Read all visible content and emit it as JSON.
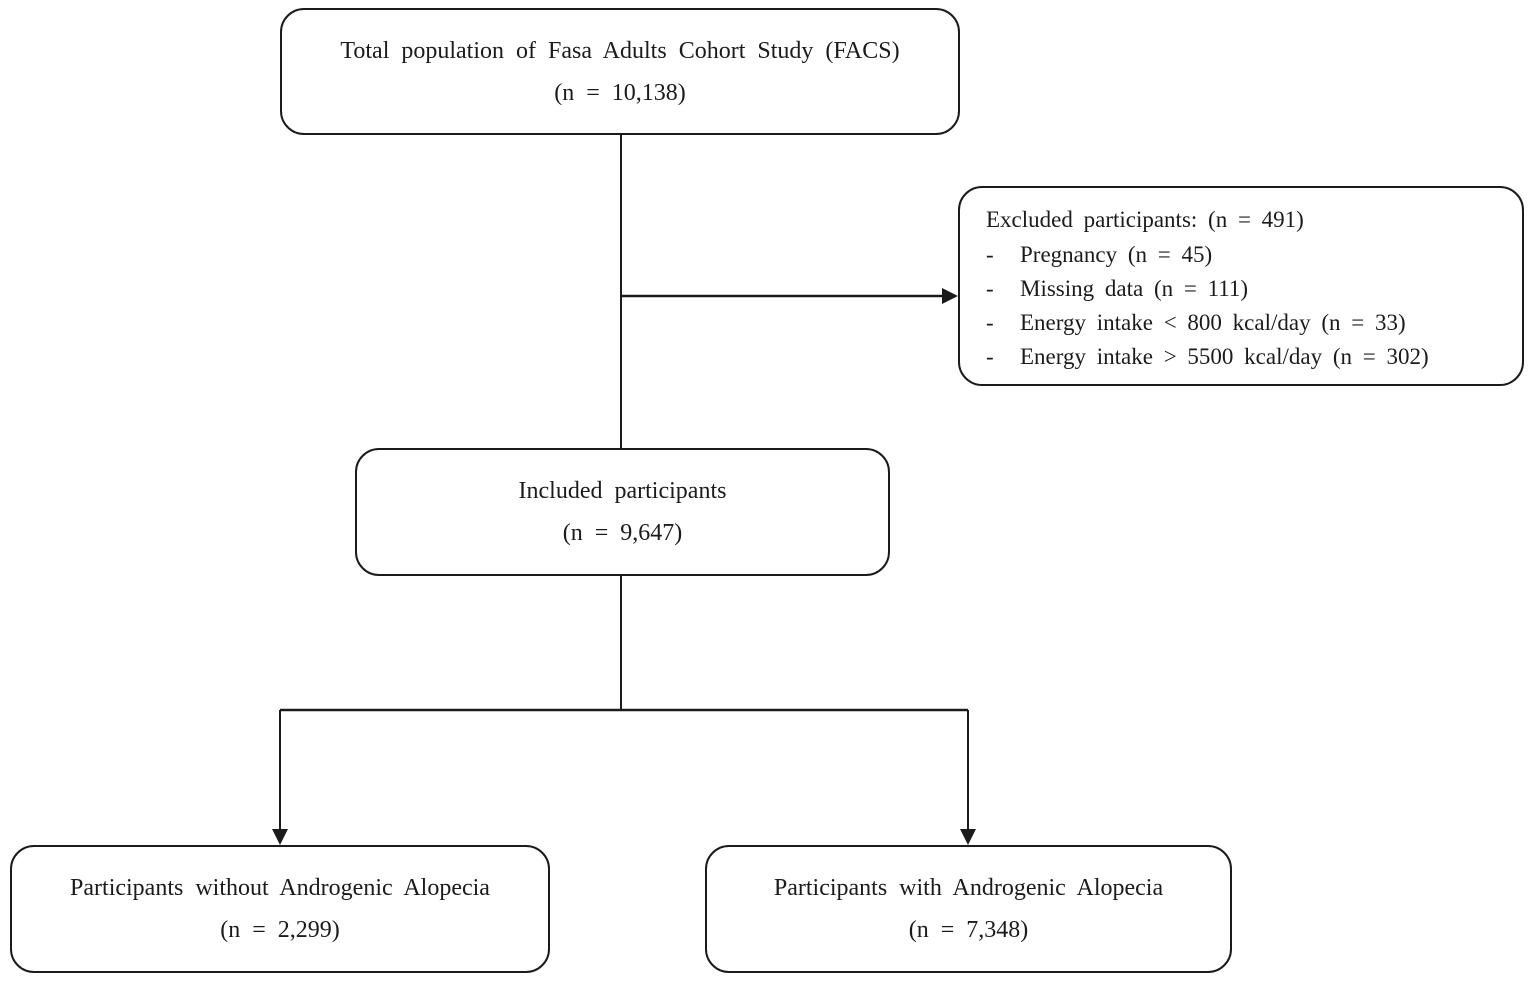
{
  "diagram": {
    "type": "flowchart",
    "colors": {
      "background": "#ffffff",
      "border": "#1b1b1b",
      "text": "#1b1b1b",
      "connector": "#1b1b1b"
    },
    "nodes": {
      "total": {
        "line1": "Total population of Fasa Adults Cohort Study (FACS)",
        "line2": "(n = 10,138)"
      },
      "excluded": {
        "header": "Excluded participants: (n = 491)",
        "bullet": "-",
        "items": [
          "Pregnancy (n = 45)",
          "Missing data (n = 111)",
          "Energy intake < 800 kcal/day (n = 33)",
          "Energy intake > 5500 kcal/day (n = 302)"
        ]
      },
      "included": {
        "line1": "Included participants",
        "line2": "(n = 9,647)"
      },
      "without_alopecia": {
        "line1": "Participants without Androgenic Alopecia",
        "line2": "(n = 2,299)"
      },
      "with_alopecia": {
        "line1": "Participants with Androgenic Alopecia",
        "line2": "(n = 7,348)"
      }
    },
    "edges": [
      {
        "from": "total",
        "to": "included",
        "style": "plain-line"
      },
      {
        "from": "total",
        "to": "excluded",
        "style": "arrow-right"
      },
      {
        "from": "included",
        "to": "without_alopecia",
        "style": "arrow-down"
      },
      {
        "from": "included",
        "to": "with_alopecia",
        "style": "arrow-down"
      }
    ]
  }
}
